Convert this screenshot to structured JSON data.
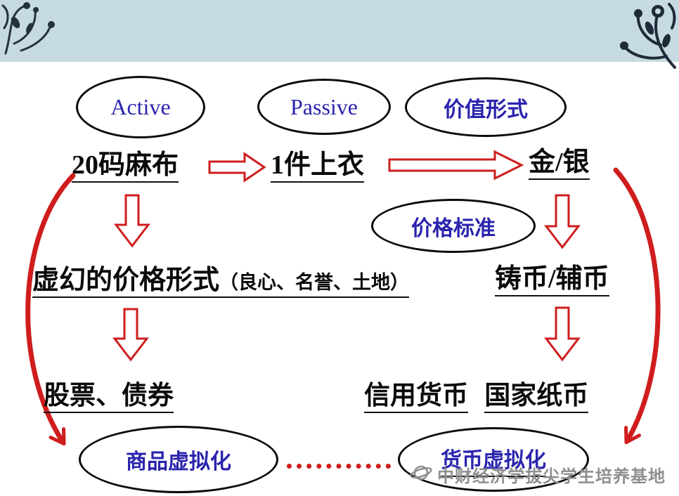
{
  "page": {
    "banner_color": "#c6dbe1",
    "background": "#ffffff"
  },
  "colors": {
    "blue_text": "#2a24ad",
    "red_arrow": "#cf1d1d",
    "watermark_gray": "#8e8e8e",
    "outline_black": "#0b0b0b"
  },
  "ellipses": {
    "active": "Active",
    "passive": "Passive",
    "value_form": "价值形式",
    "price_standard": "价格标准",
    "commodity_virtualization": "商品虚拟化",
    "money_virtualization": "货币虚拟化"
  },
  "flow": {
    "linen": "20码麻布",
    "coat": "1件上衣",
    "gold_silver": "金/银",
    "illusory_price_form": "虚幻的价格形式",
    "illusory_note": "（良心、名誉、土地）",
    "coin": "铸币/辅币",
    "stocks_bonds": "股票、债券",
    "credit_money": "信用货币",
    "state_paper": "国家纸币"
  },
  "icons": {
    "block_arrow_right": "red hollow right arrow",
    "block_arrow_down": "red hollow down arrow",
    "curved_arrow": "red curved side arrow",
    "ornament": "dark floral corner ornament",
    "watermark_logo": "gray globe emblem"
  },
  "watermark": {
    "text": "中财经济学拔尖学生培养基地"
  }
}
